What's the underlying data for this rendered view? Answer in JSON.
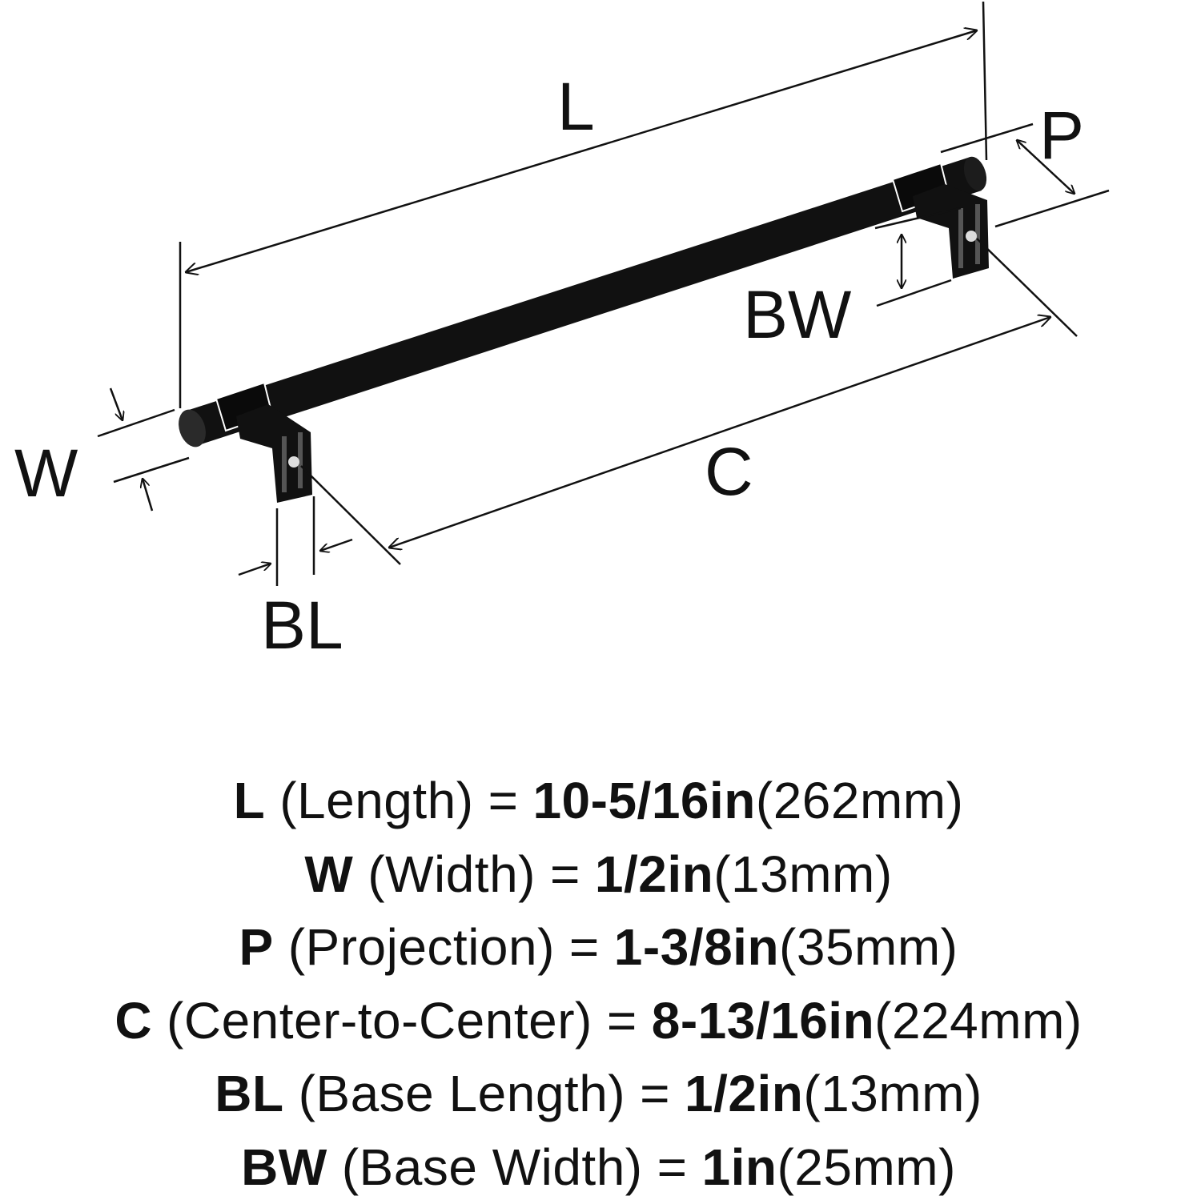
{
  "diagram": {
    "labels": {
      "L": "L",
      "P": "P",
      "BW": "BW",
      "C": "C",
      "W": "W",
      "BL": "BL"
    }
  },
  "specs": [
    {
      "symbol": "L",
      "name": "(Length)",
      "eq": "=",
      "imperial": "10-5/16in",
      "metric": "(262mm)"
    },
    {
      "symbol": "W",
      "name": "(Width)",
      "eq": "=",
      "imperial": "1/2in",
      "metric": "(13mm)"
    },
    {
      "symbol": "P",
      "name": "(Projection)",
      "eq": "=",
      "imperial": "1-3/8in",
      "metric": "(35mm)"
    },
    {
      "symbol": "C",
      "name": "(Center-to-Center)",
      "eq": "=",
      "imperial": "8-13/16in",
      "metric": "(224mm)"
    },
    {
      "symbol": "BL",
      "name": "(Base Length)",
      "eq": "=",
      "imperial": "1/2in",
      "metric": "(13mm)"
    },
    {
      "symbol": "BW",
      "name": "(Base Width)",
      "eq": "=",
      "imperial": "1in",
      "metric": "(25mm)"
    }
  ]
}
